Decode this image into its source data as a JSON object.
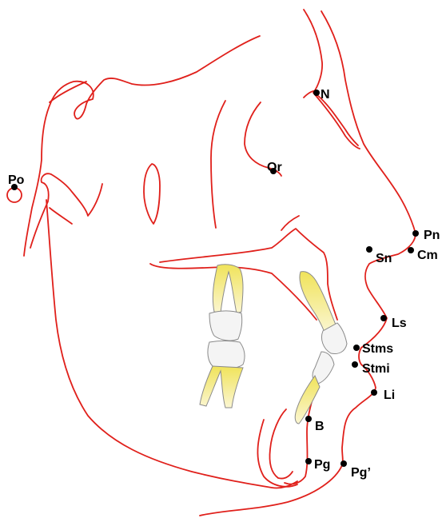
{
  "diagram": {
    "colors": {
      "outline": "#e0201b",
      "landmark": "#000000",
      "root": "#f3e97a",
      "crown": "#f4f4f4"
    },
    "landmarks": [
      {
        "id": "N",
        "label": "N"
      },
      {
        "id": "Or",
        "label": "Or"
      },
      {
        "id": "Po",
        "label": "Po"
      },
      {
        "id": "Pn",
        "label": "Pn"
      },
      {
        "id": "Cm",
        "label": "Cm"
      },
      {
        "id": "Sn",
        "label": "Sn"
      },
      {
        "id": "Ls",
        "label": "Ls"
      },
      {
        "id": "Stms",
        "label": "Stms"
      },
      {
        "id": "Stmi",
        "label": "Stmi"
      },
      {
        "id": "Li",
        "label": "Li"
      },
      {
        "id": "B",
        "label": "B"
      },
      {
        "id": "Pg",
        "label": "Pg"
      },
      {
        "id": "Pgp",
        "label": "Pg’"
      }
    ]
  }
}
